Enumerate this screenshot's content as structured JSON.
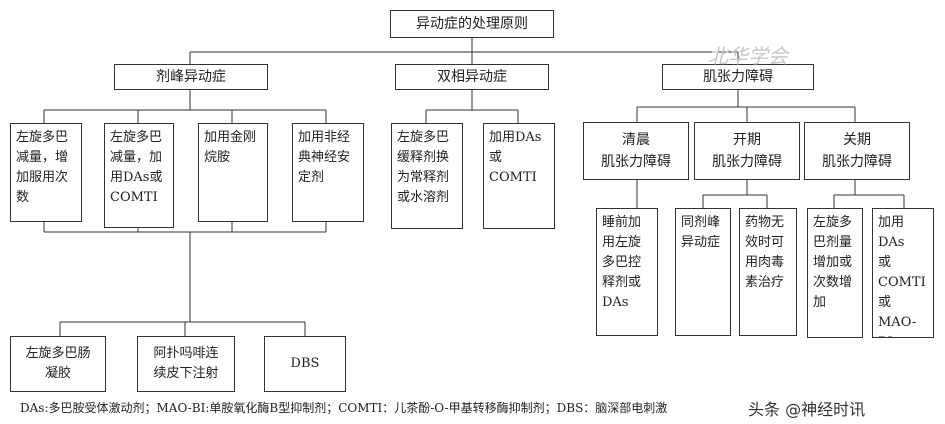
{
  "root": {
    "label": "异动症的处理原则"
  },
  "categories": [
    {
      "label": "剂峰异动症"
    },
    {
      "label": "双相异动症"
    },
    {
      "label": "肌张力障碍"
    }
  ],
  "peak": [
    {
      "label": "左旋多巴\n减量，增\n加服用次\n数"
    },
    {
      "label": "左旋多巴\n减量，加\n用DAs或\nCOMTI"
    },
    {
      "label": "加用金刚\n烷胺"
    },
    {
      "label": "加用非经\n典神经安\n定剂"
    }
  ],
  "peak_more": [
    {
      "label": "左旋多巴肠\n凝胶"
    },
    {
      "label": "阿扑吗啡连\n续皮下注射"
    },
    {
      "label": "DBS"
    }
  ],
  "biphasic": [
    {
      "label": "左旋多巴\n缓释剂换\n为常释剂\n或水溶剂"
    },
    {
      "label": "加用DAs\n或COMTI"
    }
  ],
  "dystonia": [
    {
      "label": "清晨\n肌张力障碍"
    },
    {
      "label": "开期\n肌张力障碍"
    },
    {
      "label": "关期\n肌张力障碍"
    }
  ],
  "dystonia_leaves": {
    "morning": [
      {
        "label": "睡前加\n用左旋\n多巴控\n释剂或\nDAs"
      }
    ],
    "on": [
      {
        "label": "同剂峰\n异动症"
      },
      {
        "label": "药物无\n效时可\n用肉毒\n素治疗"
      }
    ],
    "off": [
      {
        "label": "左旋多\n巴剂量\n增加或\n次数增\n加"
      },
      {
        "label": "加用DAs\n或COMTI\n或MAO-\nBI"
      }
    ]
  },
  "caption": "DAs:多巴胺受体激动剂；MAO-BI:单胺氧化酶B型抑制剂；COMTI：儿茶酚-O-甲基转移酶抑制剂；DBS：脑深部电刺激",
  "watermark": "头条 @神经时讯",
  "seal": "北华学会"
}
